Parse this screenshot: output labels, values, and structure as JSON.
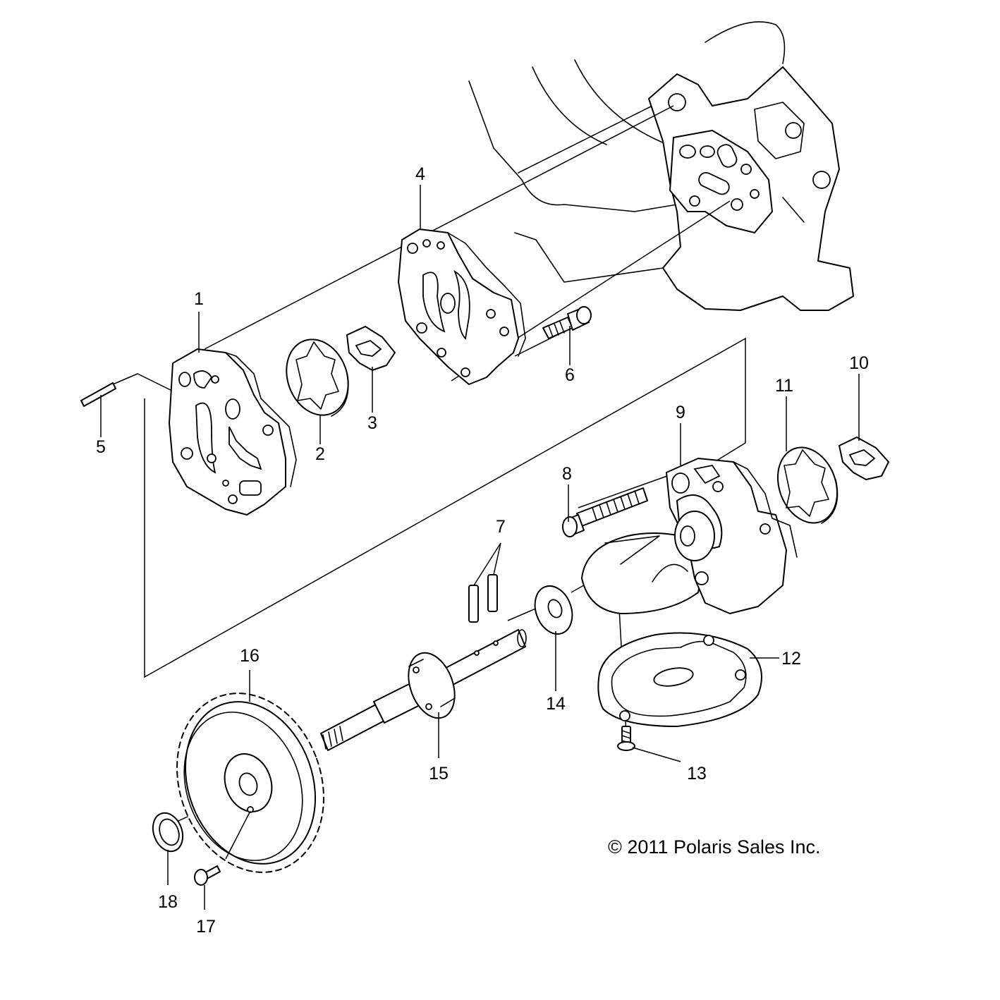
{
  "colors": {
    "line": "#000000",
    "background": "#ffffff"
  },
  "callouts": [
    "1",
    "2",
    "3",
    "4",
    "5",
    "6",
    "7",
    "8",
    "9",
    "10",
    "11",
    "12",
    "13",
    "14",
    "15",
    "16",
    "17",
    "18"
  ],
  "copyright": "© 2011 Polaris Sales Inc."
}
